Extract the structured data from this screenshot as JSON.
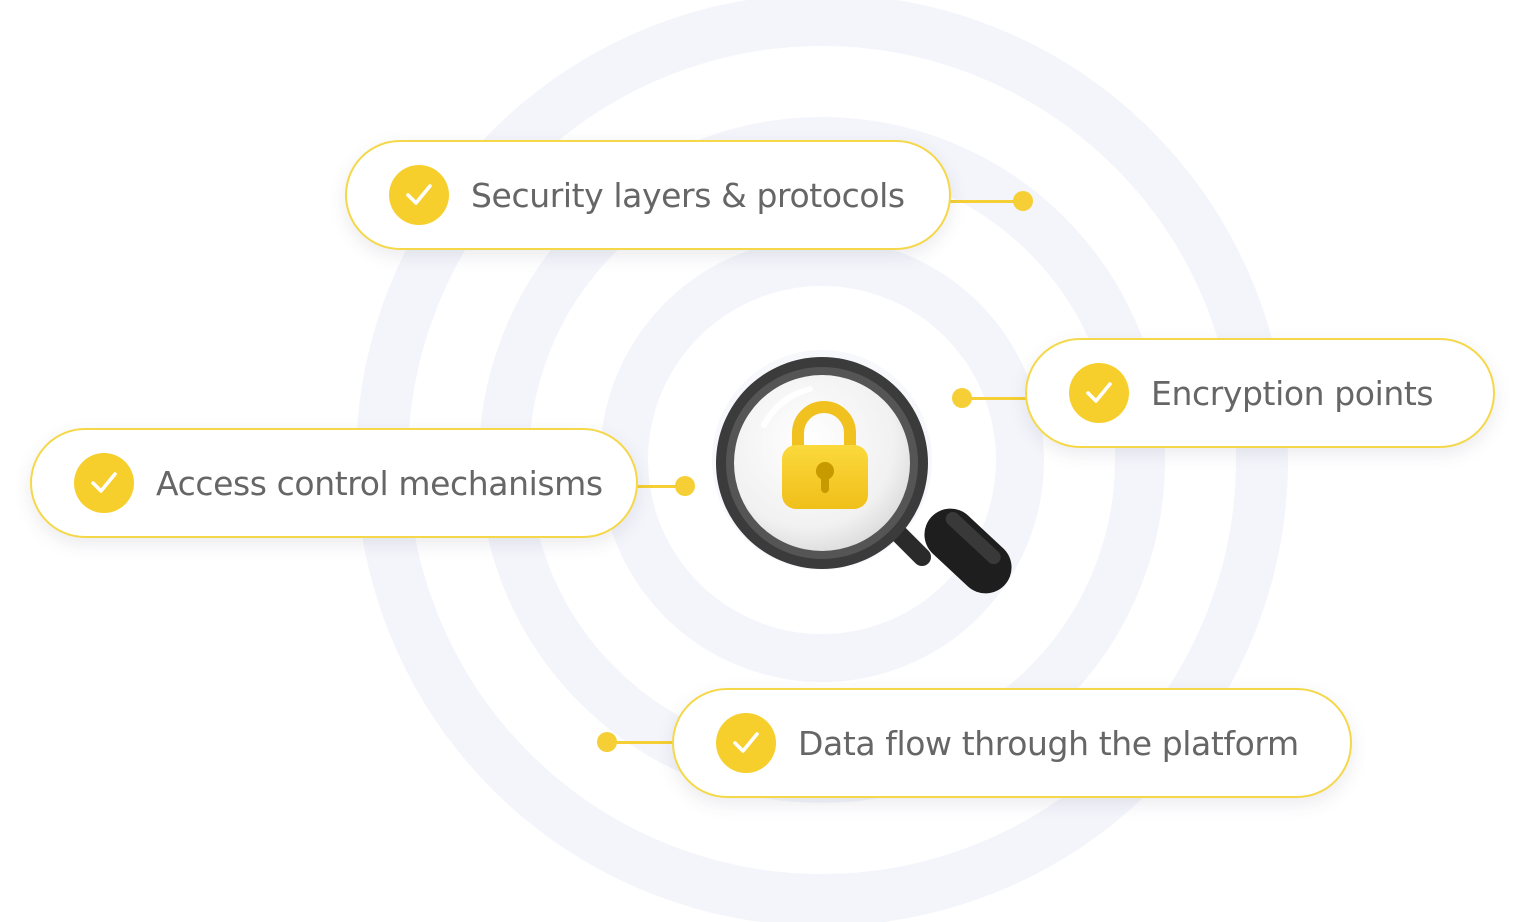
{
  "items": [
    {
      "label": "Security layers & protocols"
    },
    {
      "label": "Encryption points"
    },
    {
      "label": "Access control mechanisms"
    },
    {
      "label": "Data flow through the platform"
    }
  ],
  "center_icon": "magnifier-lock-icon",
  "item_icon": "checkmark-icon",
  "colors": {
    "accent": "#f5cf35",
    "text": "#666666",
    "rings": "#f3f4fa",
    "lens_frame": "#3a3a3a",
    "background": "#ffffff"
  }
}
